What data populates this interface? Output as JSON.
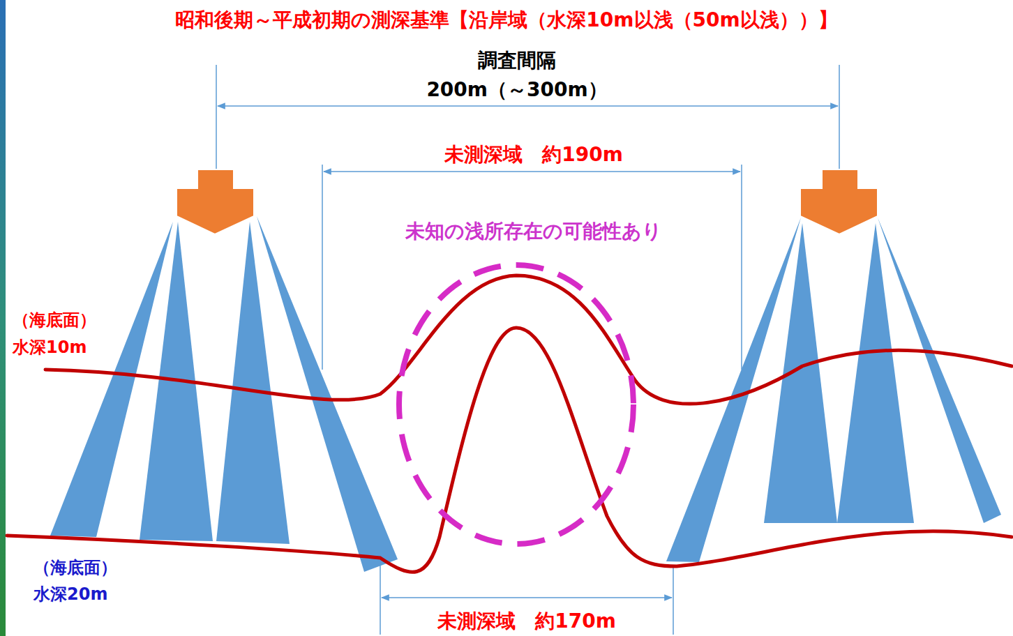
{
  "diagram": {
    "title": "昭和後期～平成初期の測深基準【沿岸域（水深10m以浅（50m以浅））】",
    "labels": [
      "調査間隔",
      "200m（～300m）",
      "未測深域　約190m",
      "未知の浅所存在の可能性あり",
      "（海底面）",
      "水深10m",
      "（海底面）",
      "水深20m",
      "未測深域　約170m"
    ]
  }
}
